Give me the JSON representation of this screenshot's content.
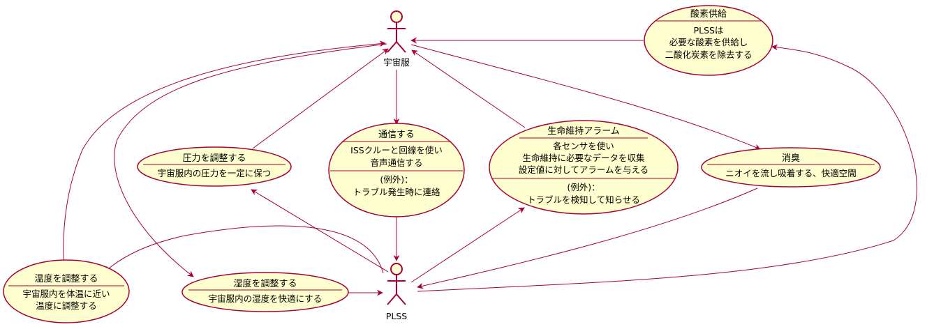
{
  "actors": {
    "suit": {
      "label": "宇宙服"
    },
    "plss": {
      "label": "PLSS"
    }
  },
  "usecases": {
    "oxygen": {
      "title": "酸素供給",
      "lines": [
        "PLSSは",
        "必要な酸素を供給し",
        "二酸化炭素を除去する"
      ]
    },
    "comm": {
      "title": "通信する",
      "lines": [
        "ISSクルーと回線を使い",
        "音声通信する"
      ],
      "note": [
        "(例外)：",
        "トラブル発生時に連絡"
      ]
    },
    "alarm": {
      "title": "生命維持アラーム",
      "lines": [
        "各センサを使い",
        "生命維持に必要なデータを収集",
        "設定値に対してアラームを与える"
      ],
      "note": [
        "(例外)：",
        "トラブルを検知して知らせる"
      ]
    },
    "pressure": {
      "title": "圧力を調整する",
      "lines": [
        "宇宙服内の圧力を一定に保つ"
      ]
    },
    "deodor": {
      "title": "消臭",
      "lines": [
        "ニオイを流し吸着する、快適空間"
      ]
    },
    "temp": {
      "title": "温度を調整する",
      "lines": [
        "宇宙服内を体温に近い",
        "温度に調整する"
      ]
    },
    "humid": {
      "title": "湿度を調整する",
      "lines": [
        "宇宙服内の湿度を快適にする"
      ]
    }
  }
}
